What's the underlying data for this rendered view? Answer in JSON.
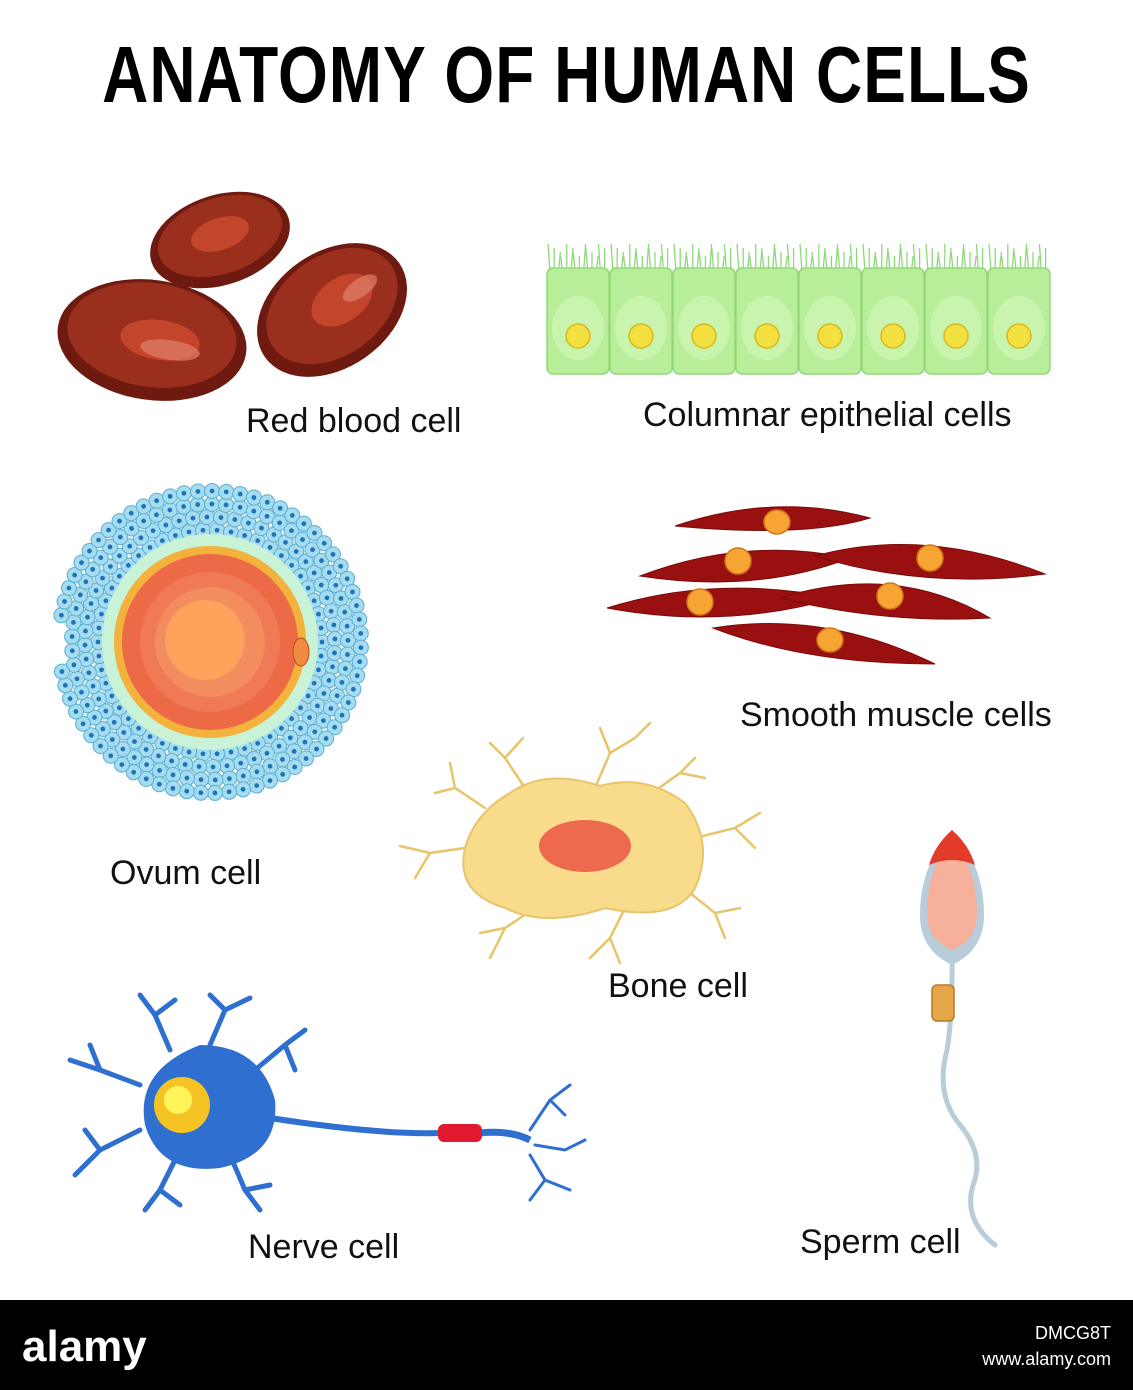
{
  "title": "ANATOMY OF HUMAN CELLS",
  "labels": {
    "red_blood_cell": "Red blood cell",
    "columnar_epithelial": "Columnar epithelial cells",
    "smooth_muscle": "Smooth muscle cells",
    "ovum": "Ovum cell",
    "bone": "Bone cell",
    "nerve": "Nerve cell",
    "sperm": "Sperm cell"
  },
  "footer": {
    "logo": "alamy",
    "image_id": "DMCG8T",
    "site": "www.alamy.com"
  },
  "colors": {
    "blood": "#8f2416",
    "epithelial": "#b8ee9a",
    "muscle": "#9a1010",
    "nucleus": "#f6a434",
    "ovum_core": "#ff9c5c",
    "bone": "#f8dc8c",
    "nerve": "#2f6fd0",
    "sperm_head": "#f6b09c"
  }
}
